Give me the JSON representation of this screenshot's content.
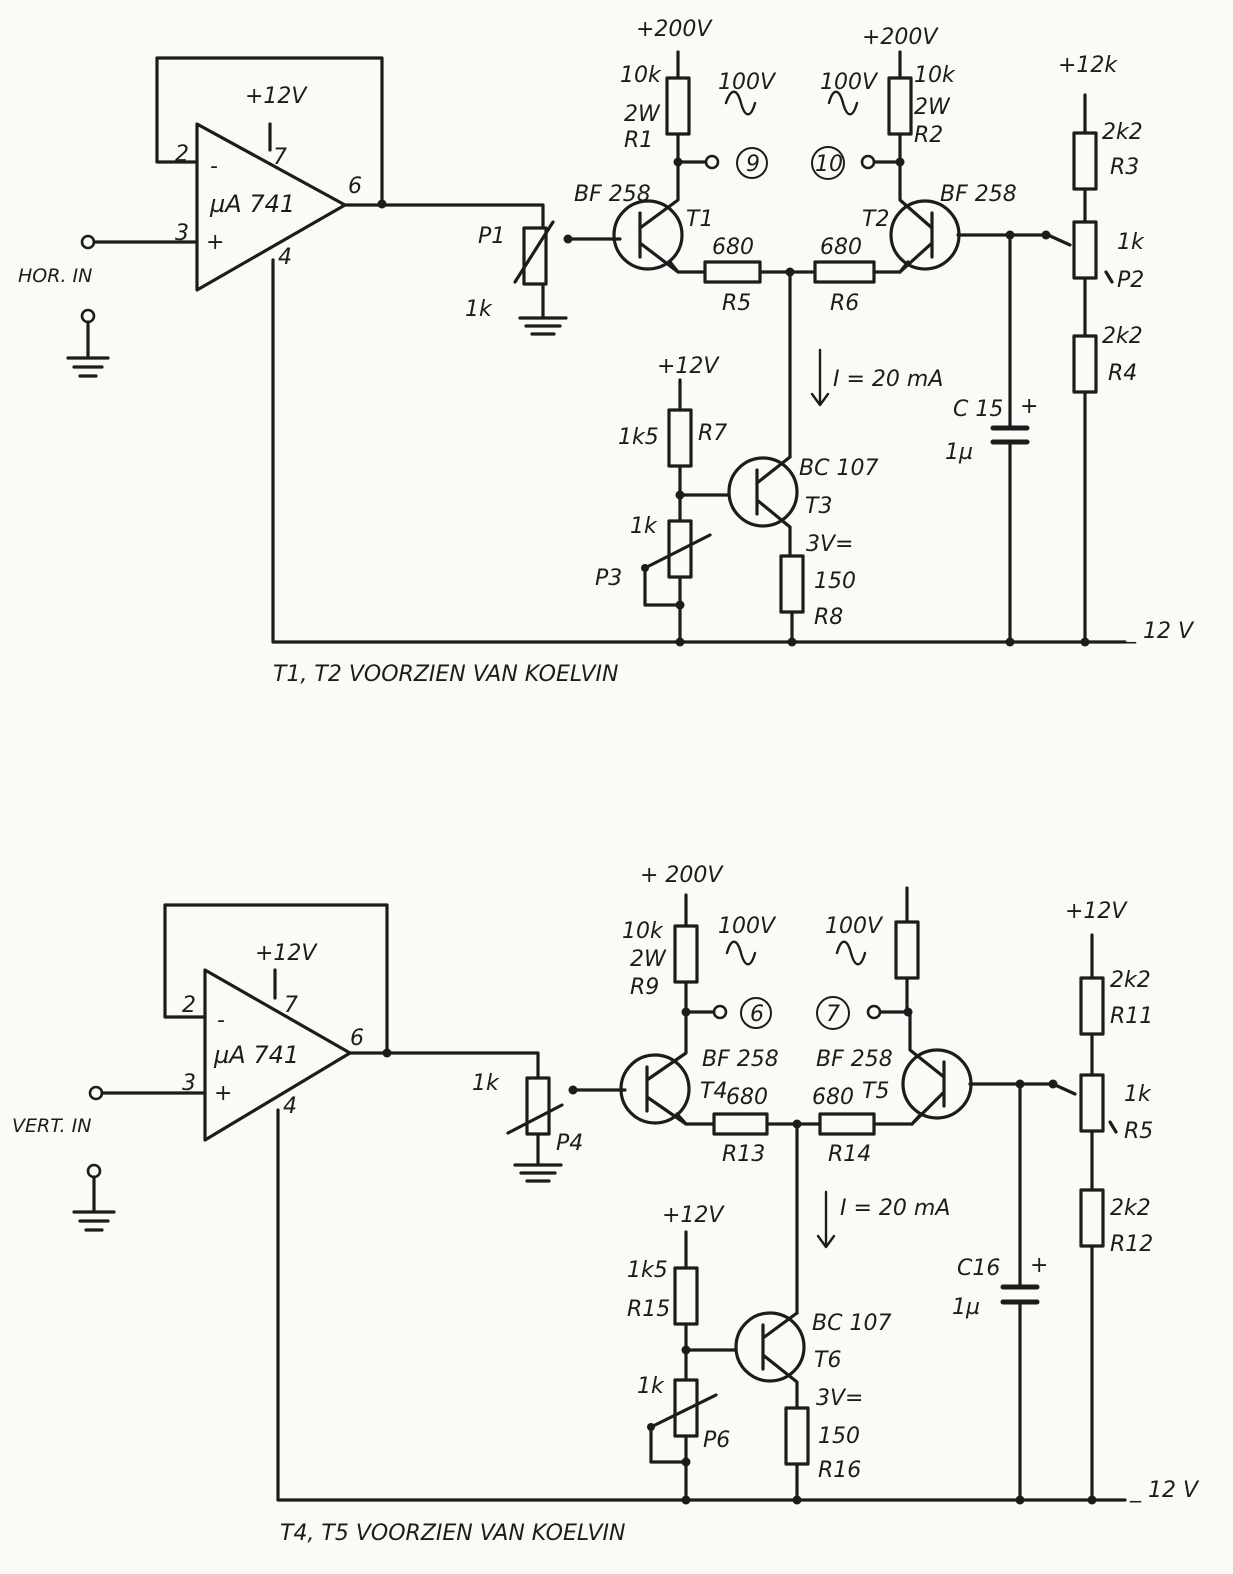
{
  "colors": {
    "ink": "#1c1c1c",
    "paper": "#fbfaf6"
  },
  "top": {
    "opamp": "µA 741",
    "opamp_supply": "+12V",
    "pin_2": "2",
    "pin_3": "3",
    "pin_4": "4",
    "pin_6": "6",
    "pin_7": "7",
    "minus_sign": "-",
    "plus_sign": "+",
    "input_label": "HOR. IN",
    "p1_label": "P1",
    "p1_value": "1k",
    "supply_left": "+200V",
    "supply_right": "+200V",
    "supply_far_right": "+12k",
    "r1_value": "10k",
    "r1_power": "2W",
    "r1_label": "R1",
    "r2_value": "10k",
    "r2_power": "2W",
    "r2_label": "R2",
    "swing_left": "100V",
    "swing_right": "100V",
    "out_left": "9",
    "out_right": "10",
    "t1_type": "BF 258",
    "t1_label": "T1",
    "t2_type": "BF 258",
    "t2_label": "T2",
    "r5_value": "680",
    "r5_label": "R5",
    "r6_value": "680",
    "r6_label": "R6",
    "current": "I = 20 mA",
    "r7_supply": "+12V",
    "r7_value": "1k5",
    "r7_label": "R7",
    "t3_type": "BC 107",
    "t3_label": "T3",
    "p3_value": "1k",
    "p3_label": "P3",
    "emitter_voltage": "3V=",
    "r8_value": "150",
    "r8_label": "R8",
    "c15_label": "C 15",
    "c15_value": "1µ",
    "c15_plus": "+",
    "r3_value": "2k2",
    "r3_label": "R3",
    "p2_value": "1k",
    "p2_label": "P2",
    "r4_value": "2k2",
    "r4_label": "R4",
    "neg_supply": "_ 12 V",
    "note": "T1, T2 VOORZIEN VAN KOELVIN"
  },
  "bottom": {
    "opamp": "µA 741",
    "opamp_supply": "+12V",
    "pin_2": "2",
    "pin_3": "3",
    "pin_4": "4",
    "pin_6": "6",
    "pin_7": "7",
    "minus_sign": "-",
    "plus_sign": "+",
    "input_label": "VERT. IN",
    "p4_label": "P4",
    "p4_value": "1k",
    "supply_left": "+ 200V",
    "supply_far_right": "+12V",
    "r9_value": "10k",
    "r9_power": "2W",
    "r9_label": "R9",
    "swing_left": "100V",
    "swing_right": "100V",
    "out_left": "6",
    "out_right": "7",
    "t4_type": "BF 258",
    "t4_label": "T4",
    "t5_type": "BF 258",
    "t5_label": "T5",
    "r13_value": "680",
    "r13_label": "R13",
    "r14_value": "680",
    "r14_label": "R14",
    "current": "I = 20 mA",
    "r15_supply": "+12V",
    "r15_value": "1k5",
    "r15_label": "R15",
    "t6_type": "BC 107",
    "t6_label": "T6",
    "p6_value": "1k",
    "p6_label": "P6",
    "emitter_voltage": "3V=",
    "r16_value": "150",
    "r16_label": "R16",
    "c16_label": "C16",
    "c16_value": "1µ",
    "c16_plus": "+",
    "r11_value": "2k2",
    "r11_label": "R11",
    "r5_value": "1k",
    "r5_label": "R5",
    "r12_value": "2k2",
    "r12_label": "R12",
    "neg_supply": "_ 12 V",
    "note": "T4, T5 VOORZIEN VAN KOELVIN"
  }
}
